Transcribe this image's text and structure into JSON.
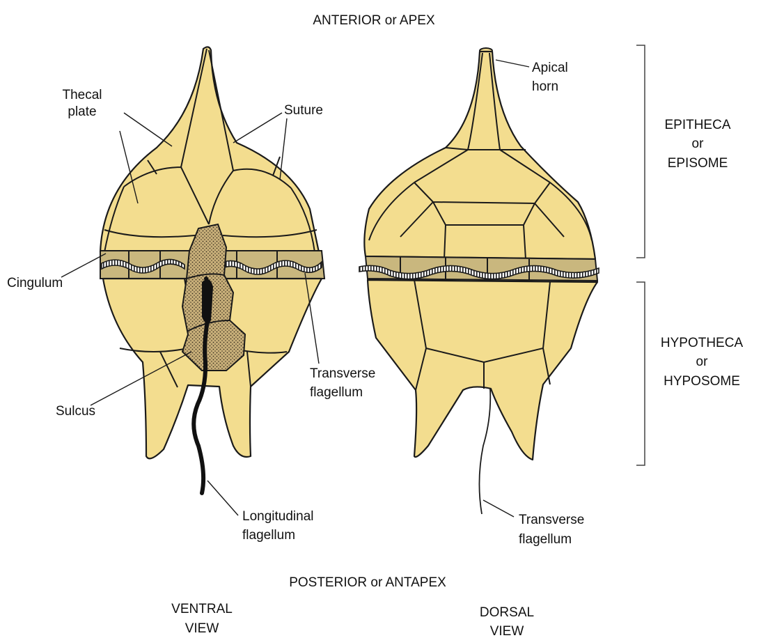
{
  "labels": {
    "anterior": "ANTERIOR or APEX",
    "posterior": "POSTERIOR or ANTAPEX",
    "thecal_plate_1": "Thecal",
    "thecal_plate_2": "plate",
    "suture": "Suture",
    "cingulum": "Cingulum",
    "sulcus": "Sulcus",
    "transverse_flagellum_ventral_1": "Transverse",
    "transverse_flagellum_ventral_2": "flagellum",
    "longitudinal_flagellum_1": "Longitudinal",
    "longitudinal_flagellum_2": "flagellum",
    "apical_horn_1": "Apical",
    "apical_horn_2": "horn",
    "transverse_flagellum_dorsal_1": "Transverse",
    "transverse_flagellum_dorsal_2": "flagellum",
    "epitheca_1": "EPITHECA",
    "epitheca_2": "or",
    "epitheca_3": "EPISOME",
    "hypotheca_1": "HYPOTHECA",
    "hypotheca_2": "or",
    "hypotheca_3": "HYPOSOME",
    "ventral_view_1": "VENTRAL",
    "ventral_view_2": "VIEW",
    "dorsal_view_1": "DORSAL",
    "dorsal_view_2": "VIEW"
  },
  "colors": {
    "plate_fill": "#f3dd8f",
    "girdle_fill": "#c9b77e",
    "outline": "#1a1a1a"
  }
}
